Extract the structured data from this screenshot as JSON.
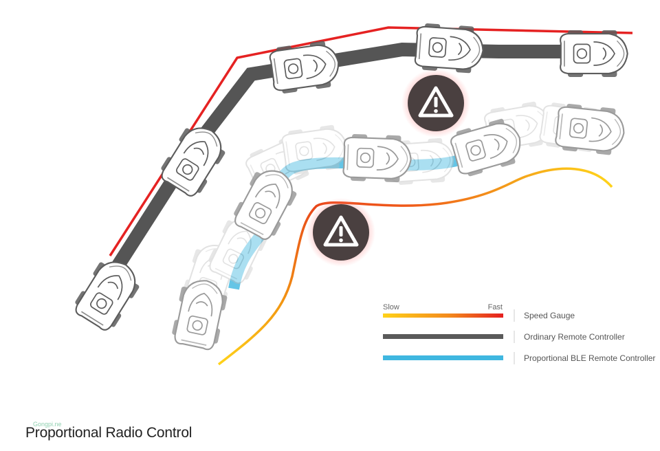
{
  "caption": "Proportional Radio Control",
  "watermark": "Gongpi.ne",
  "legend": {
    "gauge_slow": "Slow",
    "gauge_fast": "Fast",
    "items": [
      {
        "label": "Speed Gauge",
        "kind": "gradient"
      },
      {
        "label": "Ordinary Remote Controller",
        "kind": "dark",
        "color": "#5a5a5a"
      },
      {
        "label": "Proportional BLE Remote Controller",
        "kind": "blue",
        "color": "#3fb7e0"
      }
    ]
  },
  "colors": {
    "speed_slow": "#ffd21a",
    "speed_fast": "#e51f1f",
    "ordinary": "#555555",
    "ble": "#3fb7e0",
    "warning_bg": "#4a4040",
    "warning_glow": "#ff6a6a"
  },
  "icons": {
    "warning": "warning-triangle-icon",
    "car": "rc-car-icon"
  }
}
